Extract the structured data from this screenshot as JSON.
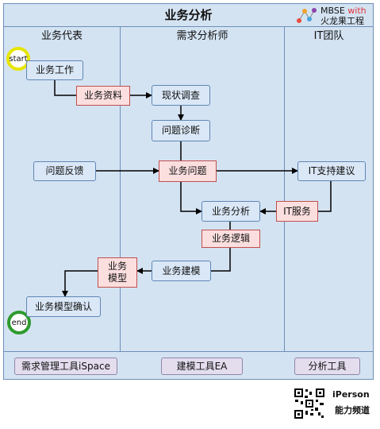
{
  "title": "业务分析",
  "logo": {
    "line1_prefix": "MBSE",
    "line1_accent": "with",
    "line2": "火龙果工程",
    "accent_color": "#e0353a"
  },
  "lanes": [
    "业务代表",
    "需求分析师",
    "IT团队"
  ],
  "start_label": "start",
  "end_label": "end",
  "nodes": {
    "biz_work": "业务工作",
    "biz_material": "业务资料",
    "status_survey": "现状调查",
    "problem_diag": "问题诊断",
    "problem_feedback": "问题反馈",
    "biz_problem": "业务问题",
    "it_support": "IT支持建议",
    "biz_analysis": "业务分析",
    "it_service": "IT服务",
    "biz_logic": "业务逻辑",
    "biz_modeling": "业务建模",
    "biz_model": "业务\n模型",
    "biz_model_confirm": "业务模型确认"
  },
  "tools": [
    "需求管理工具iSpace",
    "建模工具EA",
    "分析工具"
  ],
  "footer": {
    "brand": "iPerson",
    "channel": "能力频道"
  },
  "colors": {
    "lane_bg": "#d4e3f2",
    "activity": "#dae7f6",
    "artifact": "#fbdede",
    "start_ring": "#e6e600",
    "end_ring": "#2e9b2e"
  }
}
